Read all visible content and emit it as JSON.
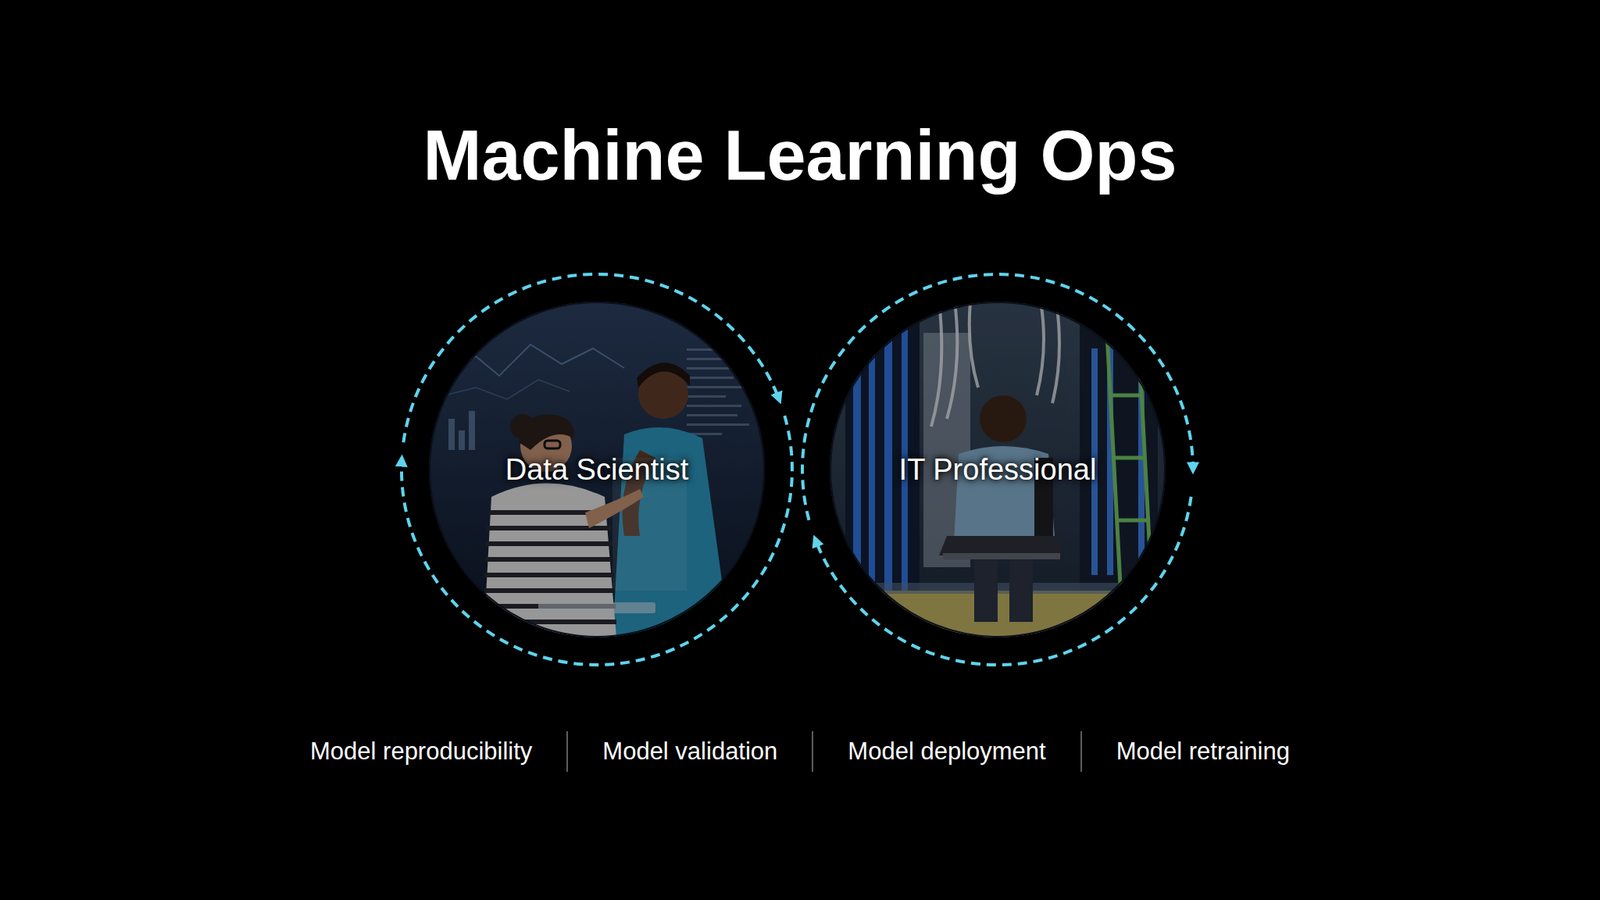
{
  "diagram": {
    "title": "Machine Learning Ops",
    "nodes": [
      {
        "text": [
          "Data Scientist"
        ]
      },
      {
        "text": [
          "IT Professional"
        ]
      }
    ],
    "edges": [
      {
        "from": 0,
        "to": 1,
        "arrow": "to"
      },
      {
        "from": 1,
        "to": 0,
        "arrow": "to"
      }
    ],
    "labels": [
      "Model reproducibility",
      "Model validation",
      "Model deployment",
      "Model retraining"
    ]
  }
}
